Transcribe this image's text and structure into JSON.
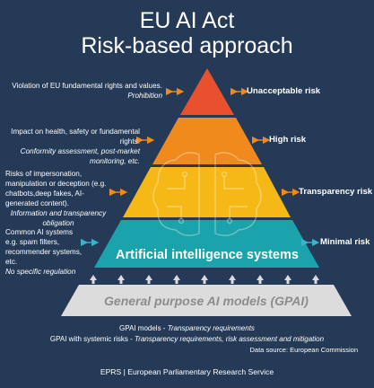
{
  "title": {
    "line1": "EU AI Act",
    "line2": "Risk-based approach"
  },
  "levels": [
    {
      "risk": "Unacceptable risk",
      "desc": "Violation of EU fundamental rights and values.",
      "detail": "Prohibition",
      "color": "#e8502e"
    },
    {
      "risk": "High risk",
      "desc": "Impact on health, safety or fundamental rights.",
      "detail": "Conformity assessment, post-market monitoring, etc.",
      "color": "#f08a1c"
    },
    {
      "risk": "Transparency risk",
      "desc": "Risks of impersonation, manipulation or deception (e.g. chatbots,deep fakes, AI-generated content).",
      "detail": "Information and transparency obligation",
      "color": "#f5b816"
    },
    {
      "risk": "Minimal risk",
      "desc": "Common AI systems e.g. spam filters, recommender systems, etc.",
      "detail": "No specific regulation",
      "color": "#1aa3aa"
    }
  ],
  "band_label": "Artificial intelligence systems",
  "gpai_label": "General purpose AI models (GPAI)",
  "gpai_notes": [
    {
      "prefix": "GPAI models - ",
      "text": "Transparency requirements"
    },
    {
      "prefix": "GPAI with systemic risks - ",
      "text": "Transparency requirements, risk assessment and mitigation"
    }
  ],
  "source": "Data source: European Commission",
  "footer": "EPRS | European Parliamentary Research Service",
  "colors": {
    "background": "#243a57",
    "arrow": "#f08a1c",
    "arrow_minimal": "#3bb3c9",
    "gpai_fill": "#dcdcdc"
  }
}
